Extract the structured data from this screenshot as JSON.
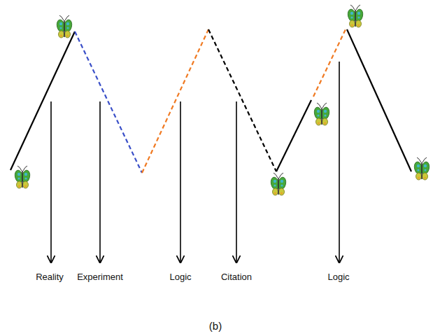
{
  "diagram": {
    "caption": "(b)",
    "labels": [
      "Reality",
      "Experiment",
      "Logic",
      "Citation",
      "Logic"
    ]
  }
}
